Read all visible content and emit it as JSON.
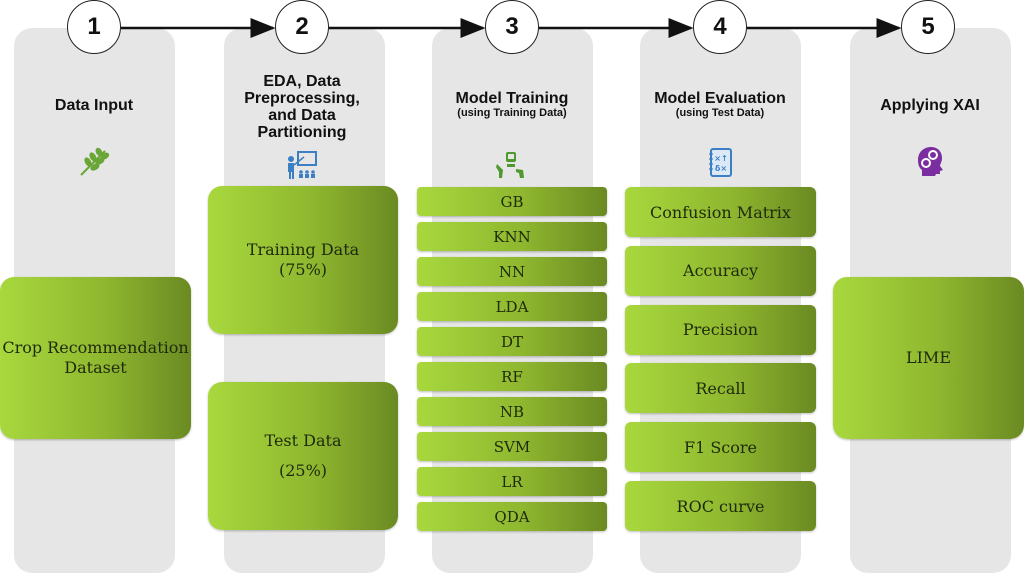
{
  "steps": [
    {
      "number": "1",
      "title": "Data Input",
      "subtitle": "",
      "icon": "leaf-branch-icon"
    },
    {
      "number": "2",
      "title": "EDA, Data Preprocessing, and Data Partitioning",
      "subtitle": "",
      "icon": "presentation-teacher-icon"
    },
    {
      "number": "3",
      "title": "Model Training",
      "subtitle": "(using Training Data)",
      "icon": "robot-icon"
    },
    {
      "number": "4",
      "title": "Model Evaluation",
      "subtitle": "(using Test Data)",
      "icon": "formula-notebook-icon"
    },
    {
      "number": "5",
      "title": "Applying XAI",
      "subtitle": "",
      "icon": "brain-gears-icon"
    }
  ],
  "step2_title_lines": [
    "EDA, Data",
    "Preprocessing,",
    "and Data",
    "Partitioning"
  ],
  "data_input": {
    "dataset_line1": "Crop Recommendation",
    "dataset_line2": "Dataset"
  },
  "partition": {
    "training_label": "Training Data",
    "training_pct": "(75%)",
    "test_label": "Test Data",
    "test_pct": "(25%)"
  },
  "models": [
    "GB",
    "KNN",
    "NN",
    "LDA",
    "DT",
    "RF",
    "NB",
    "SVM",
    "LR",
    "QDA"
  ],
  "metrics": [
    "Confusion Matrix",
    "Accuracy",
    "Precision",
    "Recall",
    "F1 Score",
    "ROC curve"
  ],
  "xai": {
    "method": "LIME"
  },
  "colors": {
    "column_bg": "#e6e6e6",
    "box_gradient_start": "#a8d83d",
    "box_gradient_end": "#6a8a22",
    "icon_green": "#6aa636",
    "icon_blue": "#3d7fc4",
    "icon_purple": "#7a2ea0"
  }
}
